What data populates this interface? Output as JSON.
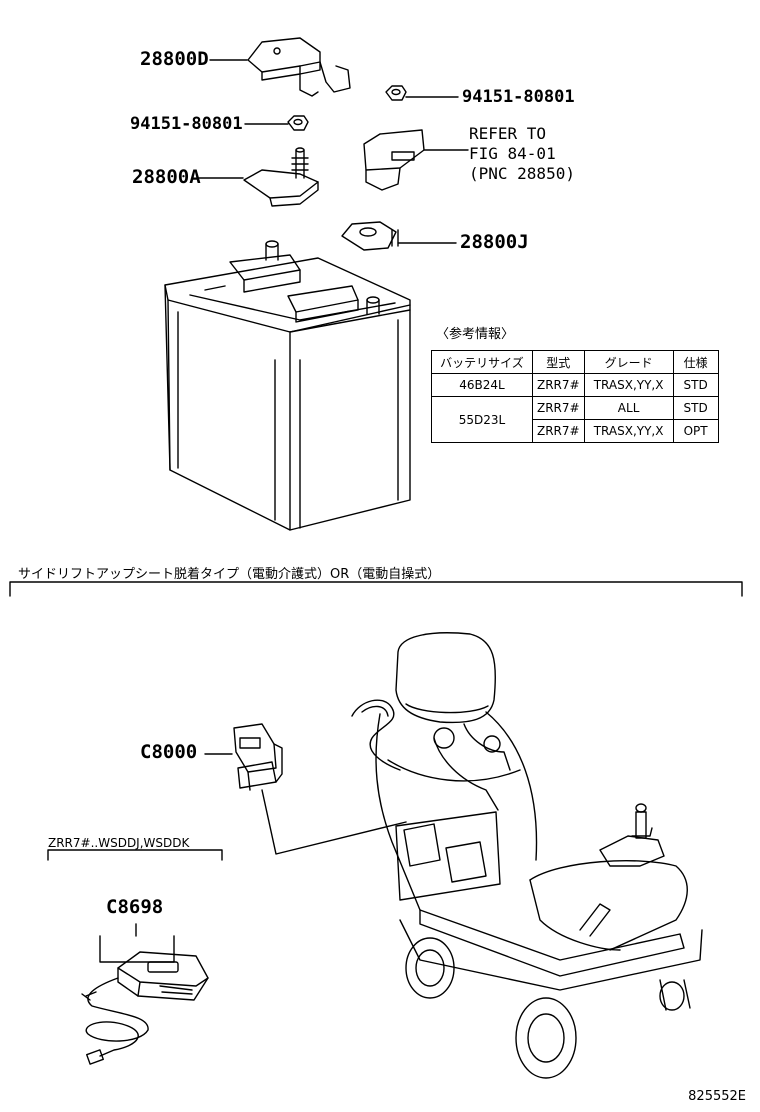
{
  "labels": {
    "p28800D": "28800D",
    "p94151a": "94151-80801",
    "p94151b": "94151-80801",
    "p28800A": "28800A",
    "p28800J": "28800J",
    "refer": "REFER TO\nFIG 84-01\n(PNC 28850)",
    "pC8000": "C8000",
    "pC8698": "C8698"
  },
  "note": {
    "header": "〈参考情報〉",
    "columns": [
      "バッテリサイズ",
      "型式",
      "グレード",
      "仕様"
    ],
    "rows": [
      {
        "size": "46B24L",
        "model": "ZRR7#",
        "grade": "TRASX,YY,X",
        "spec": "STD"
      },
      {
        "size": "55D23L",
        "model": "ZRR7#",
        "grade": "ALL",
        "spec": "STD"
      },
      {
        "size": "",
        "model": "ZRR7#",
        "grade": "TRASX,YY,X",
        "spec": "OPT"
      }
    ]
  },
  "section_caption": "サイドリフトアップシート脱着タイプ（電動介護式）OR（電動自操式）",
  "sub_caption": "ZRR7#..WSDDJ,WSDDK",
  "diagram_code": "825552E"
}
